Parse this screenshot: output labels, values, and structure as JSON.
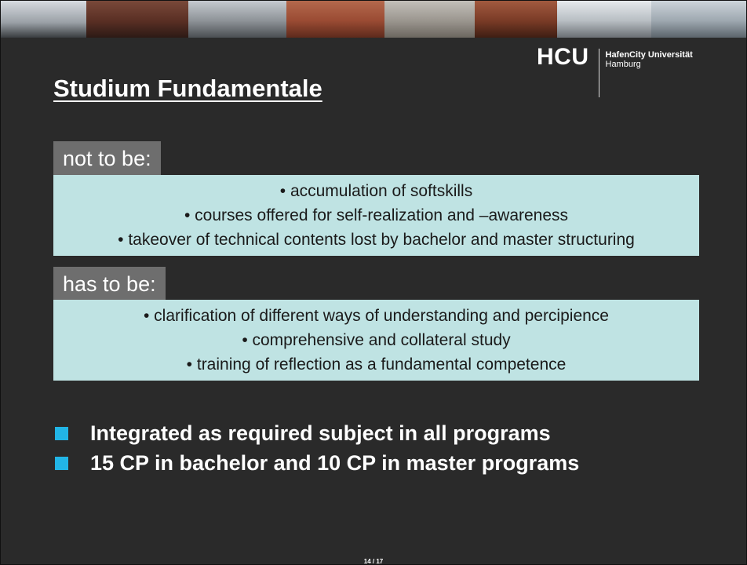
{
  "logo": {
    "short": "HCU",
    "name_line1": "HafenCity Universität",
    "name_line2": "Hamburg"
  },
  "slide": {
    "title": "Studium Fundamentale",
    "sections": [
      {
        "tag": "not to be:",
        "lines": [
          "• accumulation of softskills",
          "• courses offered for self-realization and –awareness",
          "• takeover of technical contents lost by bachelor and master structuring"
        ]
      },
      {
        "tag": "has to be:",
        "lines": [
          "• clarification of different ways of understanding and percipience",
          "• comprehensive and collateral study",
          "• training of reflection as a fundamental competence"
        ]
      }
    ],
    "bullets": [
      "Integrated as required subject in all programs",
      "15 CP in bachelor and 10 CP in master programs"
    ],
    "page_number": "14 / 17"
  },
  "colors": {
    "background": "#2a2a2a",
    "box_fill": "#bfe3e3",
    "tag_fill": "#6e6e6e",
    "bullet_square": "#22b5e6"
  }
}
